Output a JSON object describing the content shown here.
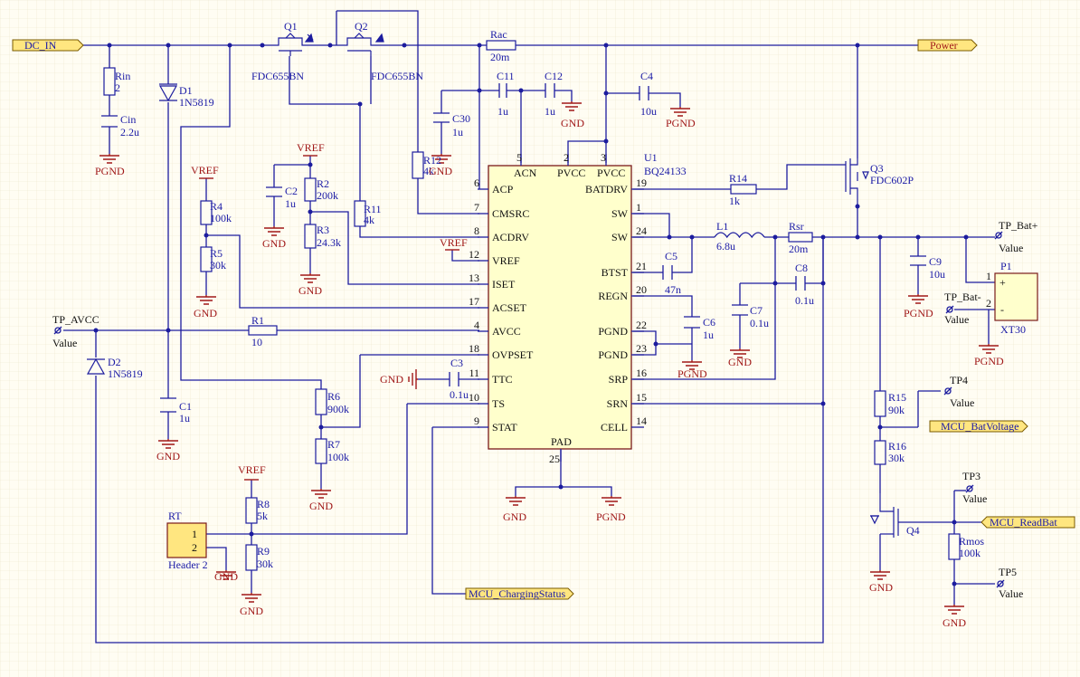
{
  "nets": {
    "dc_in": "DC_IN",
    "power": "Power",
    "mcu_batvoltage": "MCU_BatVoltage",
    "mcu_readbat": "MCU_ReadBat",
    "mcu_chargingstatus": "MCU_ChargingStatus",
    "vref": "VREF",
    "gnd": "GND",
    "pgnd": "PGND"
  },
  "u1": {
    "ref": "U1",
    "part": "BQ24133",
    "top_pins": [
      {
        "num": "5",
        "name": "ACN"
      },
      {
        "num": "2",
        "name": "PVCC"
      },
      {
        "num": "3",
        "name": "PVCC"
      }
    ],
    "left_pins": [
      {
        "num": "6",
        "name": "ACP"
      },
      {
        "num": "7",
        "name": "CMSRC"
      },
      {
        "num": "8",
        "name": "ACDRV"
      },
      {
        "num": "12",
        "name": "VREF"
      },
      {
        "num": "13",
        "name": "ISET"
      },
      {
        "num": "17",
        "name": "ACSET"
      },
      {
        "num": "4",
        "name": "AVCC"
      },
      {
        "num": "18",
        "name": "OVPSET"
      },
      {
        "num": "11",
        "name": "TTC"
      },
      {
        "num": "10",
        "name": "TS"
      },
      {
        "num": "9",
        "name": "STAT"
      }
    ],
    "right_pins": [
      {
        "num": "19",
        "name": "BATDRV"
      },
      {
        "num": "1",
        "name": "SW"
      },
      {
        "num": "24",
        "name": "SW"
      },
      {
        "num": "21",
        "name": "BTST"
      },
      {
        "num": "20",
        "name": "REGN"
      },
      {
        "num": "22",
        "name": "PGND"
      },
      {
        "num": "23",
        "name": "PGND"
      },
      {
        "num": "16",
        "name": "SRP"
      },
      {
        "num": "15",
        "name": "SRN"
      },
      {
        "num": "14",
        "name": "CELL"
      }
    ],
    "bottom_pin": {
      "num": "25",
      "name": "PAD"
    }
  },
  "parts": {
    "q1": {
      "ref": "Q1",
      "value": "FDC655BN"
    },
    "q2": {
      "ref": "Q2",
      "value": "FDC655BN"
    },
    "q3": {
      "ref": "Q3",
      "value": "FDC602P"
    },
    "q4": {
      "ref": "Q4"
    },
    "rac": {
      "ref": "Rac",
      "value": "20m"
    },
    "rin": {
      "ref": "Rin",
      "value": "2"
    },
    "cin": {
      "ref": "Cin",
      "value": "2.2u"
    },
    "d1": {
      "ref": "D1",
      "value": "1N5819"
    },
    "d2": {
      "ref": "D2",
      "value": "1N5819"
    },
    "c11": {
      "ref": "C11",
      "value": "1u"
    },
    "c12": {
      "ref": "C12",
      "value": "1u"
    },
    "c4": {
      "ref": "C4",
      "value": "10u"
    },
    "c30": {
      "ref": "C30",
      "value": "1u"
    },
    "r12": {
      "ref": "R12",
      "value": "4k"
    },
    "r11": {
      "ref": "R11",
      "value": "4k"
    },
    "c2": {
      "ref": "C2",
      "value": "1u"
    },
    "r2": {
      "ref": "R2",
      "value": "200k"
    },
    "r3": {
      "ref": "R3",
      "value": "24.3k"
    },
    "r4": {
      "ref": "R4",
      "value": "100k"
    },
    "r5": {
      "ref": "R5",
      "value": "30k"
    },
    "r1": {
      "ref": "R1",
      "value": "10"
    },
    "c1": {
      "ref": "C1",
      "value": "1u"
    },
    "c3": {
      "ref": "C3",
      "value": "0.1u"
    },
    "r6": {
      "ref": "R6",
      "value": "900k"
    },
    "r7": {
      "ref": "R7",
      "value": "100k"
    },
    "r8": {
      "ref": "R8",
      "value": "5k"
    },
    "r9": {
      "ref": "R9",
      "value": "30k"
    },
    "rt": {
      "ref": "RT",
      "value": "Header 2",
      "pin1": "1",
      "pin2": "2"
    },
    "r14": {
      "ref": "R14",
      "value": "1k"
    },
    "l1": {
      "ref": "L1",
      "value": "6.8u"
    },
    "rsr": {
      "ref": "Rsr",
      "value": "20m"
    },
    "c5": {
      "ref": "C5",
      "value": "47n"
    },
    "c6": {
      "ref": "C6",
      "value": "1u"
    },
    "c7": {
      "ref": "C7",
      "value": "0.1u"
    },
    "c8": {
      "ref": "C8",
      "value": "0.1u"
    },
    "c9": {
      "ref": "C9",
      "value": "10u"
    },
    "p1": {
      "ref": "P1",
      "value": "XT30",
      "pin1": "1",
      "pin2": "2",
      "plus": "+",
      "minus": "-"
    },
    "r15": {
      "ref": "R15",
      "value": "90k"
    },
    "r16": {
      "ref": "R16",
      "value": "30k"
    },
    "rmos": {
      "ref": "Rmos",
      "value": "100k"
    }
  },
  "testpoints": {
    "tp_avcc": {
      "ref": "TP_AVCC",
      "value": "Value"
    },
    "tp_batp": {
      "ref": "TP_Bat+",
      "value": "Value"
    },
    "tp_batn": {
      "ref": "TP_Bat-",
      "value": "Value"
    },
    "tp3": {
      "ref": "TP3",
      "value": "Value"
    },
    "tp4": {
      "ref": "TP4",
      "value": "Value"
    },
    "tp5": {
      "ref": "TP5",
      "value": "Value"
    }
  },
  "colors": {
    "wire": "#1c1c9e",
    "ground": "#a01818",
    "ic_fill": "#ffffcc",
    "port_fill": "#ffe680",
    "background": "#fffdf3"
  }
}
